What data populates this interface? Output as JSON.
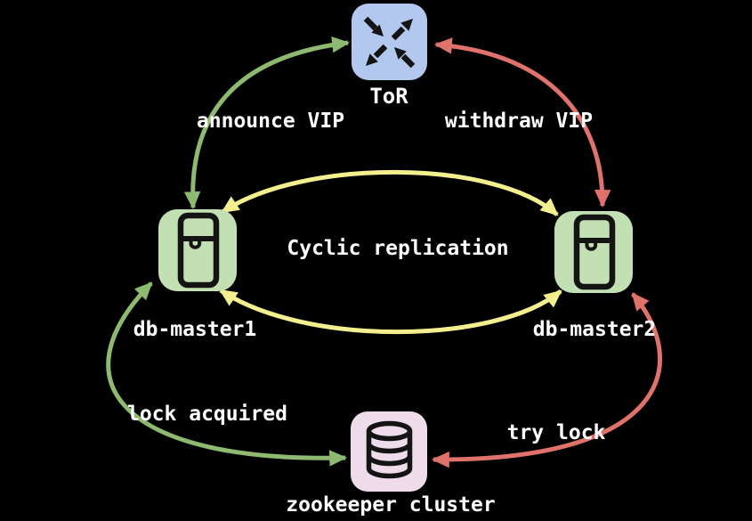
{
  "colors": {
    "bg": "#000000",
    "arrow_green": "#8dba70",
    "arrow_red": "#e0726c",
    "arrow_yellow": "#f4ef8e",
    "node_blue": "#b2c8ee",
    "node_green": "#c3e0b5",
    "node_pink": "#eedcea",
    "icon_ink": "#141414",
    "text": "#ffffff"
  },
  "nodes": {
    "tor": {
      "label": "ToR",
      "icon": "switch-arrows-icon",
      "fill": "#b2c8ee"
    },
    "db_master1": {
      "label": "db-master1",
      "icon": "server-fridge-icon",
      "fill": "#c3e0b5"
    },
    "db_master2": {
      "label": "db-master2",
      "icon": "server-fridge-icon",
      "fill": "#c3e0b5"
    },
    "zookeeper": {
      "label": "zookeeper cluster",
      "icon": "database-cylinder-icon",
      "fill": "#eedcea"
    }
  },
  "edges": [
    {
      "id": "announce-vip",
      "label": "announce VIP",
      "color": "green",
      "from": "db-master1",
      "to": "ToR",
      "bidirectional": true
    },
    {
      "id": "withdraw-vip",
      "label": "withdraw VIP",
      "color": "red",
      "from": "ToR",
      "to": "db-master2",
      "bidirectional": true
    },
    {
      "id": "cyclic-replication",
      "label": "Cyclic replication",
      "color": "yellow",
      "from": "db-master1",
      "to": "db-master2",
      "bidirectional": true,
      "lines": 2
    },
    {
      "id": "lock-acquired",
      "label": "lock acquired",
      "color": "green",
      "from": "zookeeper cluster",
      "to": "db-master1",
      "bidirectional": true
    },
    {
      "id": "try-lock",
      "label": "try lock",
      "color": "red",
      "from": "db-master2",
      "to": "zookeeper cluster",
      "bidirectional": true
    }
  ]
}
